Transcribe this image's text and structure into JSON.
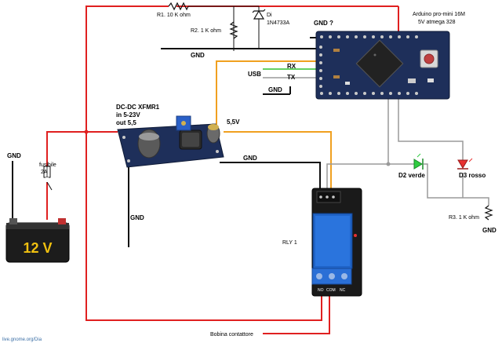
{
  "labels": {
    "r1": "R1. 10 K ohm",
    "r2": "R2. 1 K ohm",
    "diode_name": "Di",
    "diode_part": "1N4733A",
    "gnd_unknown": "GND ?",
    "arduino_line1": "Arduino pro-mini 16M",
    "arduino_line2": "5V atmega 328",
    "gnd_top": "GND",
    "rx": "RX",
    "usb": "USB",
    "tx": "TX",
    "gnd_usb": "GND",
    "dcdc_line1": "DC-DC XFMR1",
    "dcdc_line2": "in 5-23V",
    "dcdc_line3": "out 5,5",
    "out_5v5": "5,5V",
    "gnd_mid": "GND",
    "gnd_batt": "GND",
    "fuse_line1": "fusibile",
    "fuse_line2": "2A",
    "gnd_dcdc": "GND",
    "battery_voltage": "12 V",
    "d2": "D2 verde",
    "d3": "D3 rosso",
    "rly": "RLY 1",
    "r3": "R3. 1 K ohm",
    "gnd_r3": "GND",
    "relay_pins": [
      "NO",
      "COM",
      "NC"
    ],
    "bobina": "Bobina contattore",
    "watermark": "live.gnome.org/Dia"
  },
  "colors": {
    "wire_red": "#e02020",
    "wire_black": "#111111",
    "wire_orange": "#f0a020",
    "wire_gray": "#9a9a9a",
    "wire_green": "#30c030",
    "pcb_blue": "#1e2f5a",
    "relay_blue": "#1f63c7",
    "terminal_blue": "#2a6fd6",
    "led_green": "#2ecc40",
    "led_red": "#e83030",
    "battery_body": "#1c1c1c",
    "battery_text": "#f0c010"
  }
}
